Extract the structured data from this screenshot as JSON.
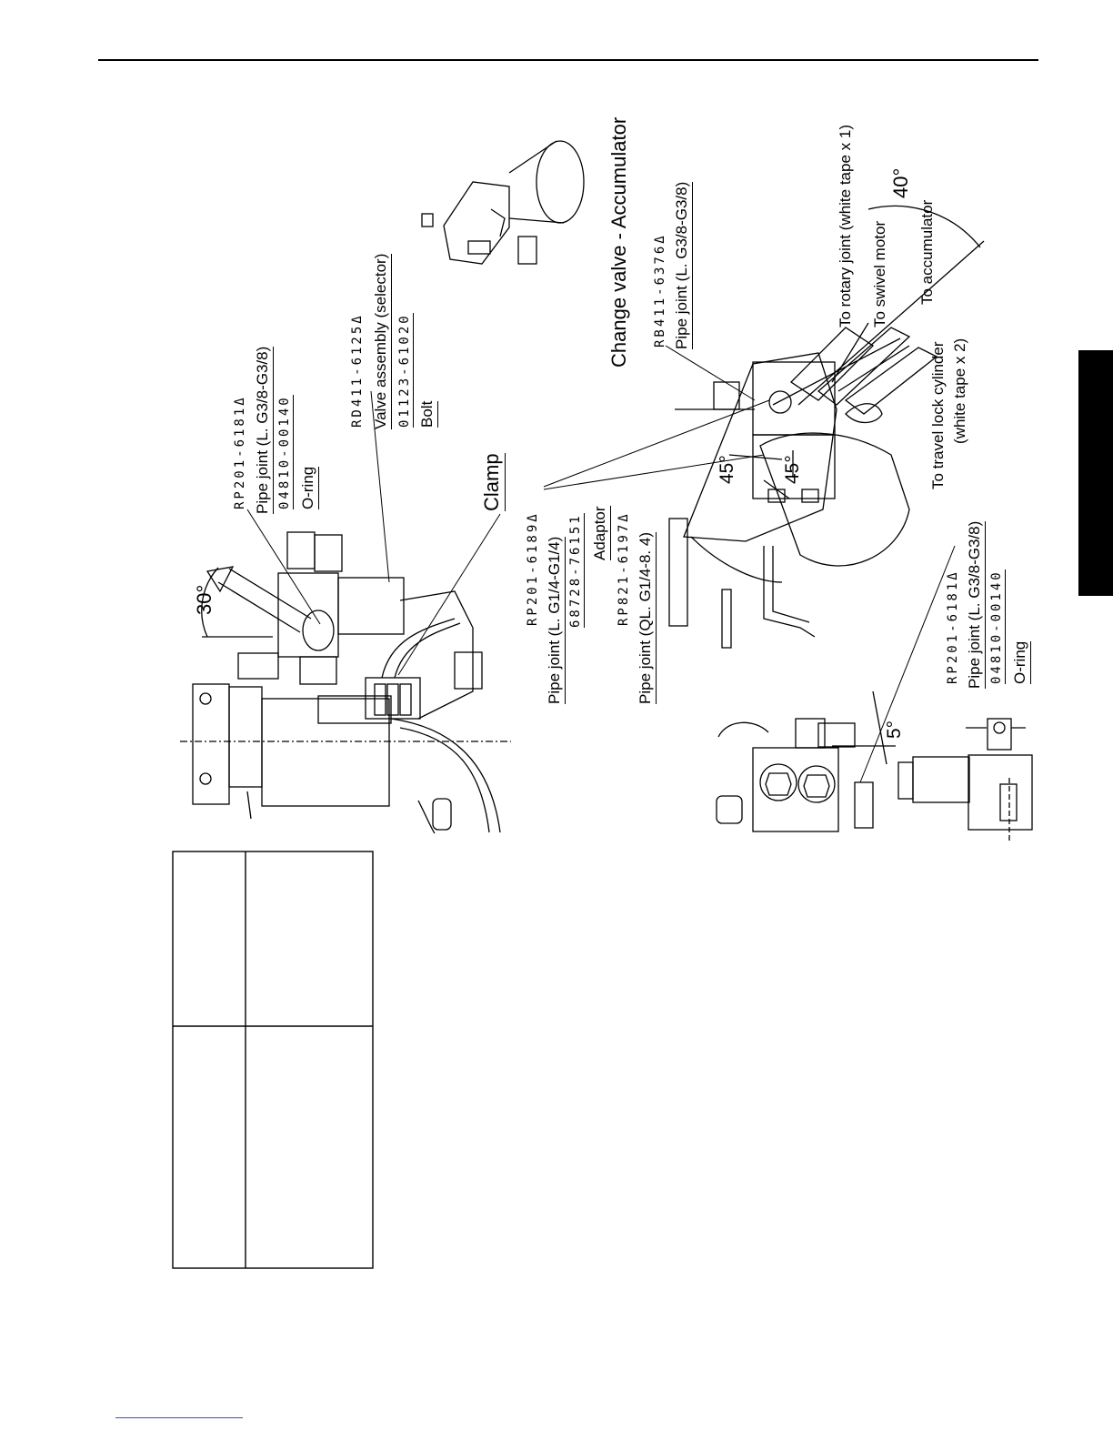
{
  "labels": {
    "left": {
      "pj1_code": "RP201-6181Δ",
      "pj1_name": "Pipe joint (L. G3/8-G3/8)",
      "pj1_oring_code": "04810-00140",
      "pj1_oring": "O-ring",
      "valve_code": "RD411-6125Δ",
      "valve_name": "Valve assembly (selector)",
      "bolt_code": "01123-61020",
      "bolt": "Bolt",
      "clamp": "Clamp",
      "angle": "30°"
    },
    "right": {
      "title": "Change valve - Accumulator",
      "rb_code": "RB411-6376Δ",
      "rb_name": "Pipe joint (L. G3/8-G3/8)",
      "rotary": "To rotary joint (white tape x 1)",
      "angle40": "40°",
      "swivel": "To swivel motor",
      "accumulator": "To accumulator",
      "travel1": "To travel lock cylinder",
      "travel2": "(white tape x 2)",
      "angle45a": "45°",
      "angle45b": "45°",
      "rp6189_code": "RP201-6189Δ",
      "rp6189_name": "Pipe joint (L. G1/4-G1/4)",
      "adaptor_code": "68728-76151",
      "adaptor": "Adaptor",
      "rp8821_code": "RP821-6197Δ",
      "rp8821_name": "Pipe joint (QL. G1/4-8. 4)",
      "bottom_code": "RP201-6181Δ",
      "bottom_name": "Pipe joint (L. G3/8-G3/8)",
      "bottom_oring_code": "04810-00140",
      "bottom_oring": "O-ring",
      "angle5": "5°"
    }
  },
  "table": {
    "rows": [
      {
        "label": "",
        "value": ""
      },
      {
        "label": "",
        "value": ""
      }
    ]
  }
}
